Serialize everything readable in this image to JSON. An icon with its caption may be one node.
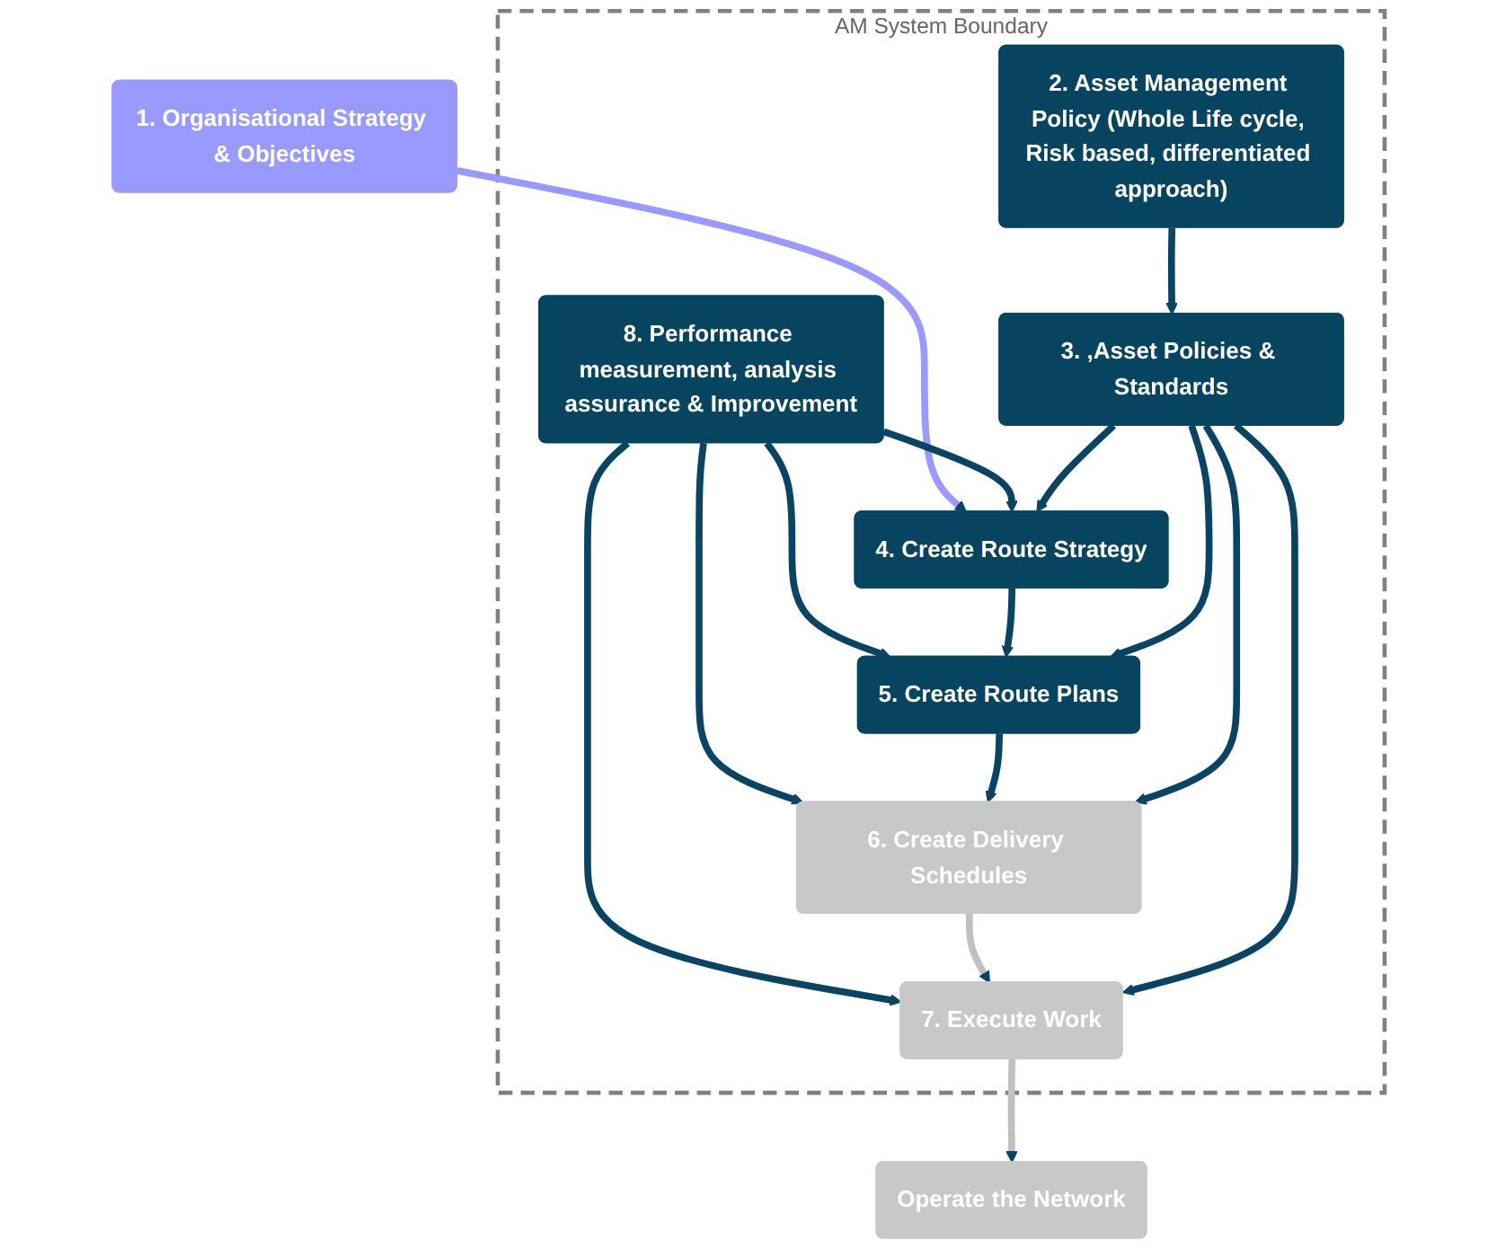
{
  "diagram": {
    "nodes": [
      {
        "text": [
          "1. Organisational Strategy & Objectives"
        ]
      },
      {
        "text": [
          "AM System Boundary"
        ]
      },
      {
        "text": [
          "8. Performance measurement, analysis assurance & Improvement"
        ],
        "in": 1
      },
      {
        "text": [
          "4. Create Route Strategy"
        ],
        "in": 1
      },
      {
        "text": [
          "5. Create Route Plans"
        ],
        "in": 1
      },
      {
        "text": [
          "6. Create Delivery Schedules"
        ],
        "in": 1
      },
      {
        "text": [
          "7. Execute Work"
        ],
        "in": 1
      },
      {
        "text": [
          "3. ,Asset Policies & Standards"
        ],
        "in": 1
      },
      {
        "text": [
          "2. Asset Management Policy (Whole Life cycle, Risk based, differentiated approach)"
        ],
        "in": 1
      },
      {
        "text": [
          "Operate the Network"
        ]
      }
    ],
    "edges": [
      {
        "from": 0,
        "to": 3,
        "arrow": "to",
        "color": "#9999ff"
      },
      {
        "from": 2,
        "to": 3,
        "arrow": "to"
      },
      {
        "from": 2,
        "to": 4,
        "arrow": "to"
      },
      {
        "from": 2,
        "to": 5,
        "arrow": "to"
      },
      {
        "from": 2,
        "to": 6,
        "arrow": "to"
      },
      {
        "from": 3,
        "to": 4,
        "arrow": "to"
      },
      {
        "from": 4,
        "to": 5,
        "arrow": "to"
      },
      {
        "from": 5,
        "to": 6,
        "arrow": "to",
        "color": "#c0c0c0"
      },
      {
        "from": 6,
        "to": 9,
        "arrow": "to",
        "color": "#c0c0c0"
      },
      {
        "from": 7,
        "to": 3,
        "arrow": "to"
      },
      {
        "from": 7,
        "to": 4,
        "arrow": "to"
      },
      {
        "from": 7,
        "to": 5,
        "arrow": "to"
      },
      {
        "from": 7,
        "to": 6,
        "arrow": "to"
      },
      {
        "from": 8,
        "to": 7,
        "arrow": "to"
      }
    ]
  }
}
